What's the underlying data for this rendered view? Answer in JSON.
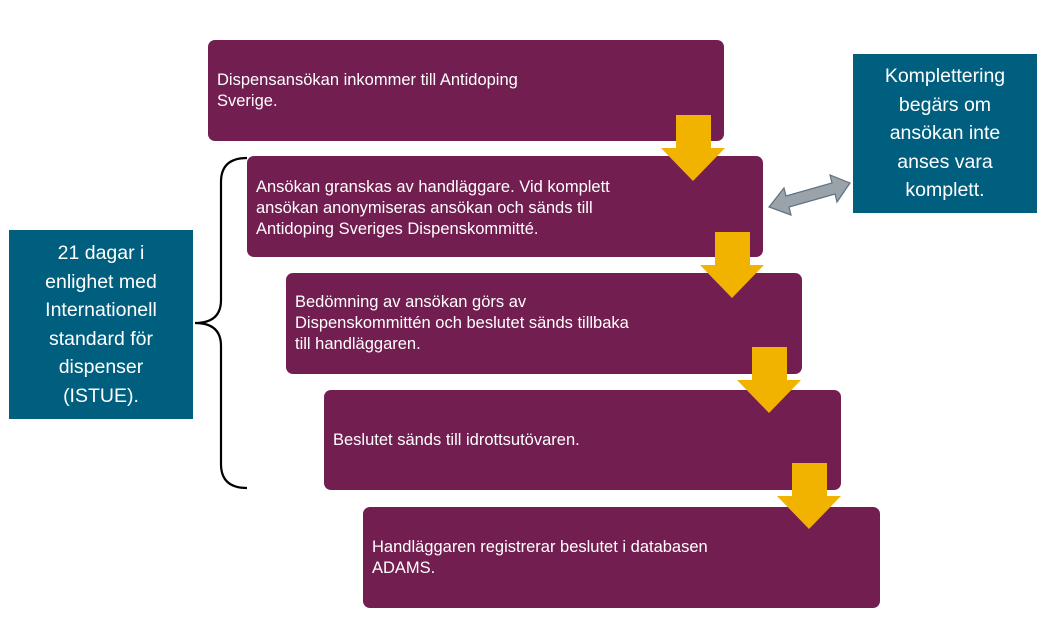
{
  "steps": [
    {
      "text": "Dispensansökan inkommer till Antidoping\nSverige."
    },
    {
      "text": "Ansökan granskas av handläggare. Vid komplett\nansökan anonymiseras ansökan och sänds till\nAntidoping  Sveriges Dispenskommitté."
    },
    {
      "text": "Bedömning av ansökan görs av\nDispenskommittén och beslutet sänds tillbaka\ntill handläggaren."
    },
    {
      "text": "Beslutet sänds till idrottsutövaren."
    },
    {
      "text": "Handläggaren registrerar beslutet i databasen\nADAMS."
    }
  ],
  "notes": {
    "completion": "Komplettering\nbegärs om\nansökan inte\nanses vara\nkomplett.",
    "timeframe": "21 dagar i\nenlighet med\nInternationell\nstandard för\ndispenser\n(ISTUE)."
  },
  "colors": {
    "step_fill": "#721e50",
    "note_fill": "#005f7f",
    "arrow_fill": "#f2b300",
    "double_arrow_fill": "#9aa3aa"
  }
}
